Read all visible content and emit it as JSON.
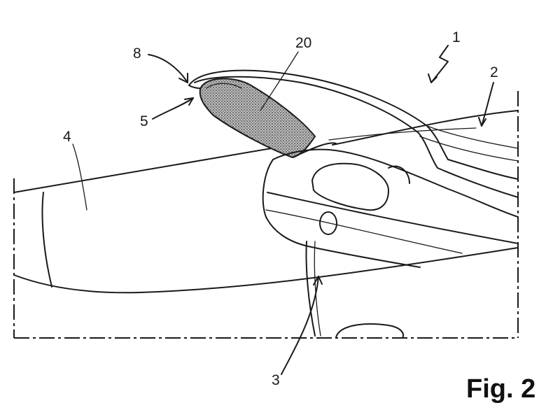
{
  "figure": {
    "caption": "Fig. 2",
    "reference_numerals": {
      "n1": "1",
      "n2": "2",
      "n3": "3",
      "n4": "4",
      "n5": "5",
      "n8": "8",
      "n20": "20"
    }
  },
  "colors": {
    "line": "#1a1a1a",
    "hatch_fill": "#8a8a8a",
    "background": "#ffffff"
  }
}
